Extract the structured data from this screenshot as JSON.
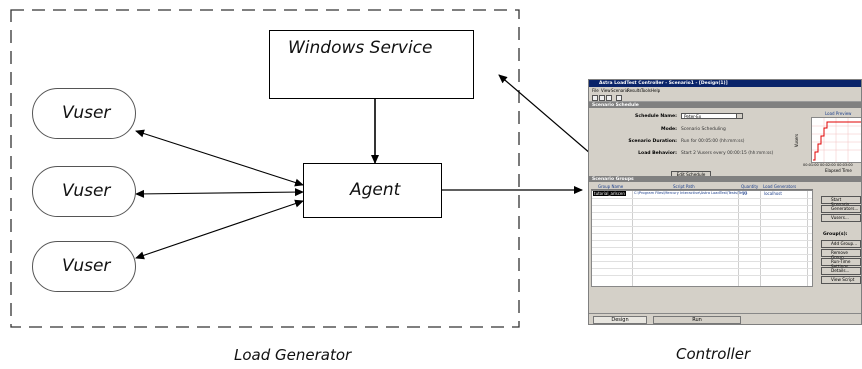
{
  "diagram": {
    "load_generator_label": "Load Generator",
    "controller_label": "Controller",
    "windows_service_label": "Windows Service",
    "agent_label": "Agent",
    "vusers": [
      "Vuser",
      "Vuser",
      "Vuser"
    ]
  },
  "controller_window": {
    "title": "Astra LoadTest Controller - Scenario1 - [Design(1)]",
    "menu": [
      "File",
      "View",
      "Scenario",
      "Results",
      "Tools",
      "Help"
    ],
    "schedule_section": "Scenario Schedule",
    "schedule_name_label": "Schedule Name:",
    "schedule_name_value": "Peter-Ex",
    "mode_label": "Mode:",
    "mode_value": "Scenario Scheduling",
    "duration_label": "Scenario Duration:",
    "duration_value": "Run for 00:05:00 (hh:mm:ss)",
    "behavior_label": "Load Behavior:",
    "behavior_value": "Start 2 Vusers every 00:00:15 (hh:mm:ss)",
    "edit_schedule_button": "Edit Schedule",
    "chart_title": "Load Preview",
    "chart_ylabel": "Vusers",
    "chart_xlabel": "Elapsed Time",
    "chart_ticks": [
      "00:01:00",
      "00:02:00",
      "00:03:00",
      "00:04:00"
    ],
    "groups_section": "Scenario Groups",
    "grid_headers": [
      "Group Name",
      "Script Path",
      "Quantity",
      "Load Generators"
    ],
    "grid_row": {
      "group": "tutorial_arlscen",
      "path": "C:\\Program Files\\Mercury Interactive\\Astra LoadTest\\Tests\\Test1",
      "quantity": "10",
      "generator": "localhost"
    },
    "side_buttons": [
      "Start Scenario",
      "Generators...",
      "Vusers..."
    ],
    "group_label": "Group(s):",
    "group_buttons": [
      "Add Group...",
      "Remove Group",
      "Run-Time Settings",
      "Details...",
      "View Script"
    ],
    "tabs": [
      "Design",
      "Run"
    ]
  }
}
